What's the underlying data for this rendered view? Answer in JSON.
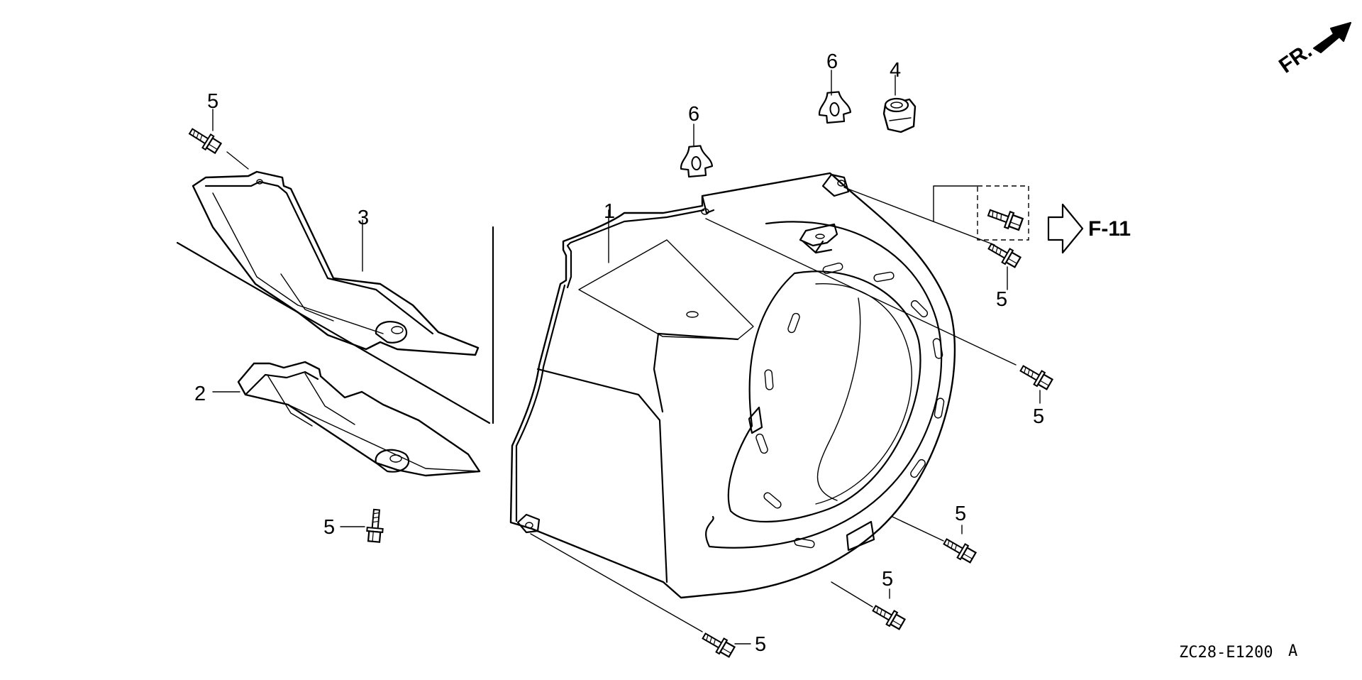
{
  "labels": {
    "fan_cover": "1",
    "cover_lower": "2",
    "cover_upper": "3",
    "grommet": "4",
    "bolt": "5",
    "clip": "6"
  },
  "reference": {
    "text": "F-11"
  },
  "front_marker": {
    "text": "FR."
  },
  "diagram_code": {
    "text": "ZC28-E1200",
    "suffix": "A"
  }
}
